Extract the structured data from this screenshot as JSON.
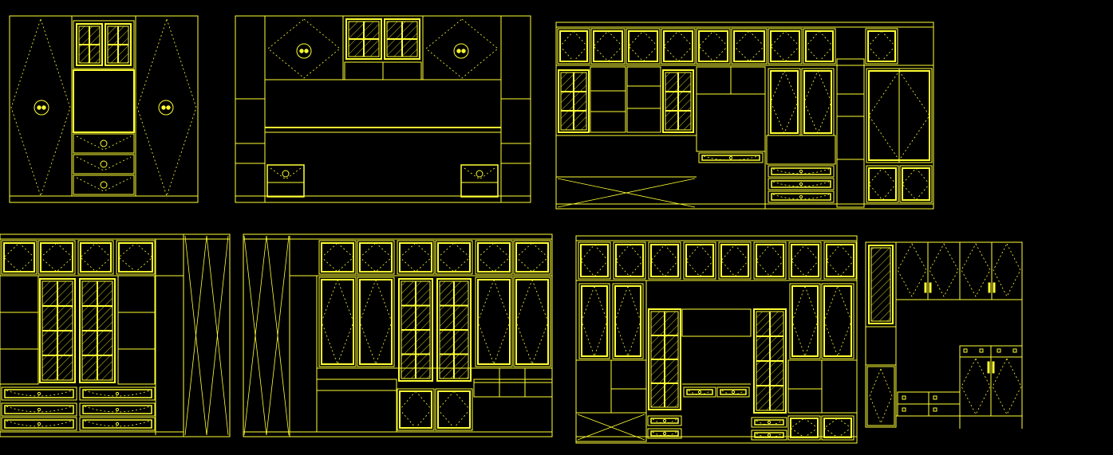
{
  "drawing": {
    "background": "#000000",
    "line_color": "#ffff33",
    "elevations": [
      {
        "id": "elevation-1",
        "kind": "wardrobe-with-center-display"
      },
      {
        "id": "elevation-2",
        "kind": "bed-wall-with-nightstands"
      },
      {
        "id": "elevation-3",
        "kind": "full-wall-cabinet-grid"
      },
      {
        "id": "elevation-4",
        "kind": "bookcase-with-drawers"
      },
      {
        "id": "elevation-5",
        "kind": "bookcase-with-desk"
      },
      {
        "id": "elevation-6",
        "kind": "study-wall-with-desk"
      },
      {
        "id": "elevation-7",
        "kind": "tv-wall-cabinet"
      }
    ]
  }
}
